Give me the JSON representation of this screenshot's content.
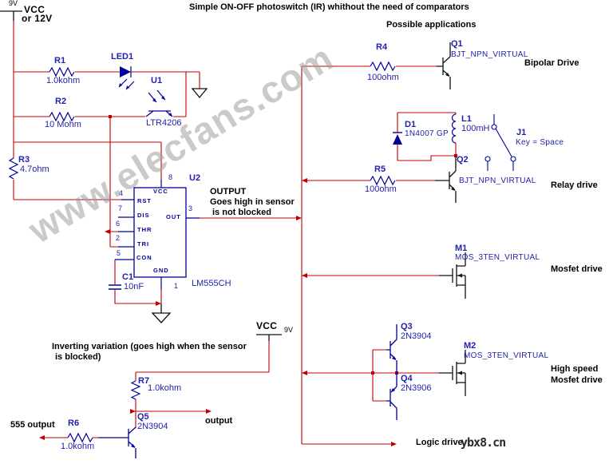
{
  "title": "Simple ON-OFF photoswitch (IR) whithout the need of comparators",
  "subtitle": "Possible applications",
  "watermark": "www.elecfans.com",
  "site_tag": "ybx8.cn",
  "power_top": {
    "name": "VCC",
    "alt": "or 12V",
    "voltage": "9V"
  },
  "power_bottom": {
    "name": "VCC",
    "voltage": "9V"
  },
  "output_note": {
    "line1": "OUTPUT",
    "line2": "Goes high in sensor",
    "line3": "is not blocked"
  },
  "inverting_note": {
    "line1": "Inverting variation (goes high when the sensor",
    "line2": "is blocked)"
  },
  "labels": {
    "out_555": "555 output",
    "output": "output",
    "logic_drive": "Logic drive"
  },
  "applications": {
    "bipolar": "Bipolar Drive",
    "relay": "Relay drive",
    "mosfet": "Mosfet drive",
    "high_speed_1": "High speed",
    "high_speed_2": "Mosfet drive"
  },
  "components": {
    "r1": {
      "ref": "R1",
      "value": "1.0kohm"
    },
    "r2": {
      "ref": "R2",
      "value": "10 Mohm"
    },
    "r3": {
      "ref": "R3",
      "value": "4.7ohm"
    },
    "r4": {
      "ref": "R4",
      "value": "100ohm"
    },
    "r5": {
      "ref": "R5",
      "value": "100ohm"
    },
    "r6": {
      "ref": "R6",
      "value": "1.0kohm"
    },
    "r7": {
      "ref": "R7",
      "value": "1.0kohm"
    },
    "c1": {
      "ref": "C1",
      "value": "10nF"
    },
    "l1": {
      "ref": "L1",
      "value": "100mH"
    },
    "d1": {
      "ref": "D1",
      "value": "1N4007 GP"
    },
    "led1": {
      "ref": "LED1"
    },
    "u1": {
      "ref": "U1",
      "value": "LTR4206"
    },
    "u2": {
      "ref": "U2",
      "value": "LM555CH"
    },
    "q1": {
      "ref": "Q1",
      "value": "BJT_NPN_VIRTUAL"
    },
    "q2": {
      "ref": "Q2",
      "value": "BJT_NPN_VIRTUAL"
    },
    "q3": {
      "ref": "Q3",
      "value": "2N3904"
    },
    "q4": {
      "ref": "Q4",
      "value": "2N3906"
    },
    "q5": {
      "ref": "Q5",
      "value": "2N3904"
    },
    "m1": {
      "ref": "M1",
      "value": "MOS_3TEN_VIRTUAL"
    },
    "m2": {
      "ref": "M2",
      "value": "MOS_3TEN_VIRTUAL"
    },
    "j1": {
      "ref": "J1",
      "value": "Key = Space"
    }
  },
  "ic_pins": {
    "numbers": {
      "p8": "8",
      "p4": "4",
      "p7": "7",
      "p6": "6",
      "p2": "2",
      "p5": "5",
      "p3": "3",
      "p1": "1"
    },
    "names": {
      "vcc": "VCC",
      "rst": "RST",
      "dis": "DIS",
      "thr": "THR",
      "tri": "TRI",
      "con": "CON",
      "gnd": "GND",
      "out": "OUT"
    }
  },
  "colors": {
    "wire": "#c00000",
    "symbol": "#000099",
    "black_symbol": "#111111",
    "label": "#2222aa",
    "watermark": "#9e9e9e"
  }
}
